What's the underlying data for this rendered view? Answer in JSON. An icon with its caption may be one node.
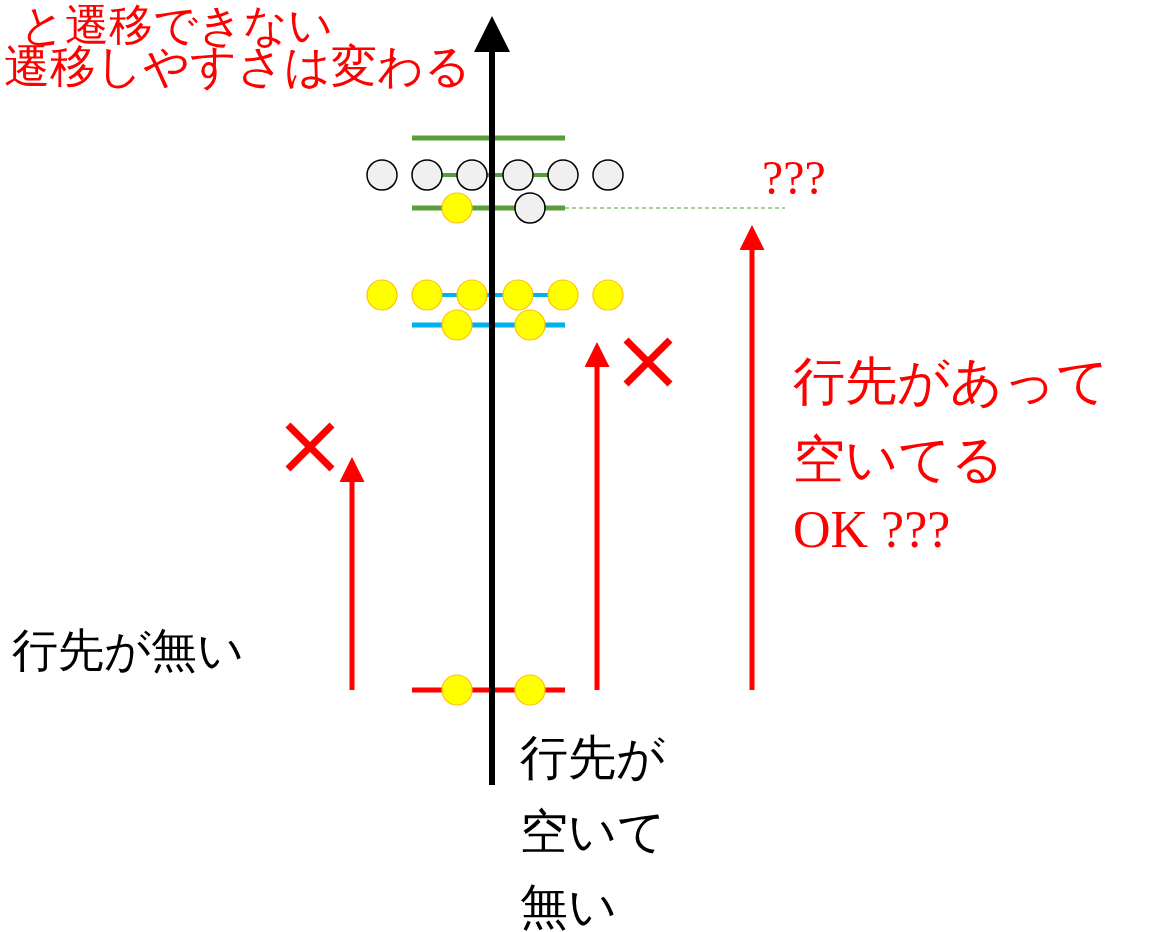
{
  "diagram": {
    "labels": [
      "と遷移できない",
      "遷移しやすさは変わる",
      "???",
      "行先があって空いてる",
      "OK ???",
      "行先が無い",
      "行先が空いて無い"
    ]
  }
}
